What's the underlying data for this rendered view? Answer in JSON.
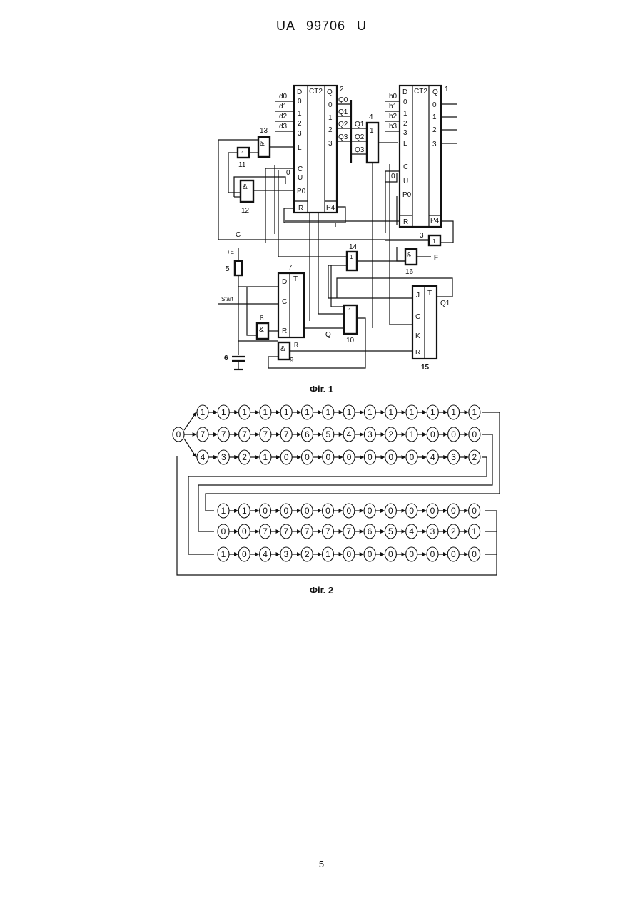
{
  "header": "UA 99706 U",
  "page_number": "5",
  "fig1": {
    "caption": "Фіг. 1",
    "counter_left": {
      "title": "CT2",
      "number": "2",
      "inputs": [
        "D",
        "0",
        "1",
        "2",
        "3",
        "L",
        "C",
        "U",
        "P0",
        "R"
      ],
      "outputs": [
        "Q",
        "0",
        "1",
        "2",
        "3",
        "P4"
      ],
      "data_labels": [
        "d0",
        "d1",
        "d2",
        "d3"
      ],
      "out_labels": [
        "Q0",
        "Q1",
        "Q2",
        "Q3"
      ],
      "u_value": "0"
    },
    "counter_right": {
      "title": "CT2",
      "number": "1",
      "inputs": [
        "D",
        "0",
        "1",
        "2",
        "3",
        "L",
        "C",
        "U",
        "P0",
        "R"
      ],
      "outputs": [
        "Q",
        "0",
        "1",
        "2",
        "3",
        "P4"
      ],
      "data_labels": [
        "b0",
        "b1",
        "b2",
        "b3"
      ],
      "u_value": "0"
    },
    "or4": {
      "number": "4",
      "symbol": "1",
      "inputs": [
        "Q1",
        "Q2",
        "Q3"
      ]
    },
    "gate11": {
      "number": "11",
      "symbol": "1"
    },
    "gate12": {
      "number": "12",
      "symbol": "&"
    },
    "gate13": {
      "number": "13",
      "symbol": "&"
    },
    "gate3": {
      "number": "3",
      "symbol": "1"
    },
    "gate14": {
      "number": "14",
      "symbol": "1"
    },
    "gate16": {
      "number": "16",
      "symbol": "&",
      "output": "F"
    },
    "gate8": {
      "number": "8",
      "symbol": "&"
    },
    "gate9": {
      "number": "9",
      "symbol": "&",
      "input_label": "R̄"
    },
    "gate10": {
      "number": "10",
      "symbol": "1",
      "input_label": "Q"
    },
    "trigger7": {
      "number": "7",
      "title": "T",
      "inputs": [
        "D",
        "C",
        "R"
      ]
    },
    "trigger15": {
      "number": "15",
      "title": "T",
      "inputs": [
        "J",
        "C",
        "K",
        "R"
      ],
      "output": "Q1"
    },
    "bus_label": "C",
    "power_label": "+E",
    "resistor_number": "5",
    "capacitor_number": "6",
    "start_label": "Start"
  },
  "fig2": {
    "caption": "Фіг. 2",
    "start_state": "0",
    "block1": [
      [
        "1",
        "1",
        "1",
        "1",
        "1",
        "1",
        "1",
        "1",
        "1",
        "1",
        "1",
        "1",
        "1",
        "1"
      ],
      [
        "7",
        "7",
        "7",
        "7",
        "7",
        "6",
        "5",
        "4",
        "3",
        "2",
        "1",
        "0",
        "0",
        "0"
      ],
      [
        "4",
        "3",
        "2",
        "1",
        "0",
        "0",
        "0",
        "0",
        "0",
        "0",
        "0",
        "4",
        "3",
        "2"
      ]
    ],
    "block2": [
      [
        "1",
        "1",
        "0",
        "0",
        "0",
        "0",
        "0",
        "0",
        "0",
        "0",
        "0",
        "0",
        "0"
      ],
      [
        "0",
        "0",
        "7",
        "7",
        "7",
        "7",
        "7",
        "6",
        "5",
        "4",
        "3",
        "2",
        "1"
      ],
      [
        "1",
        "0",
        "4",
        "3",
        "2",
        "1",
        "0",
        "0",
        "0",
        "0",
        "0",
        "0",
        "0"
      ]
    ]
  }
}
